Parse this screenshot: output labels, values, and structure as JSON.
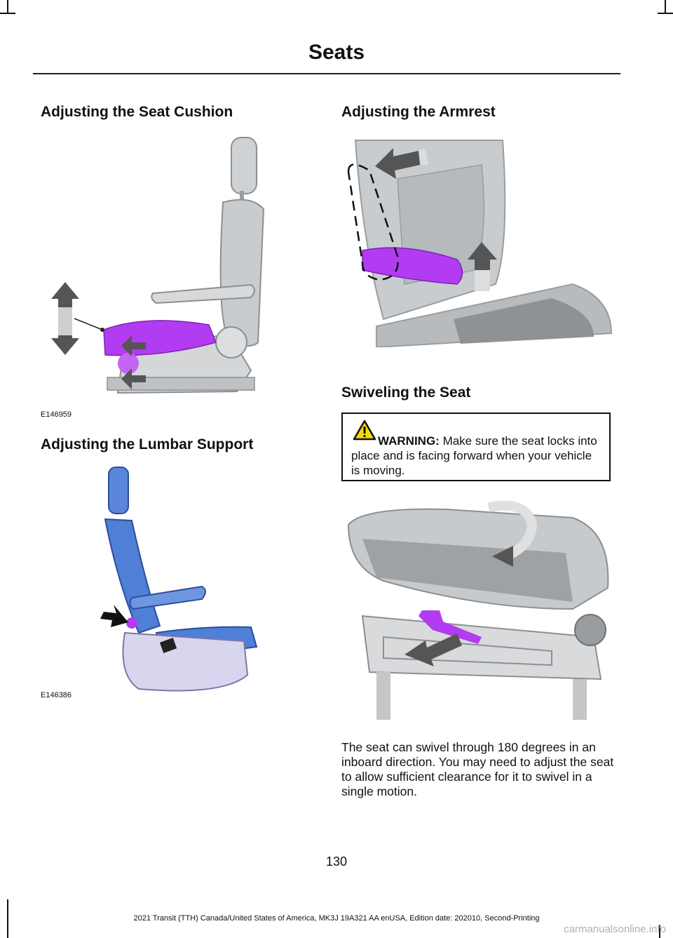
{
  "header": {
    "title": "Seats"
  },
  "sections": {
    "seat_cushion": {
      "heading": "Adjusting the Seat Cushion",
      "figure_code": "E146959"
    },
    "lumbar": {
      "heading": "Adjusting the Lumbar Support",
      "figure_code": "E146386"
    },
    "armrest": {
      "heading": "Adjusting the Armrest"
    },
    "swivel": {
      "heading": "Swiveling the Seat",
      "warning_label": "WARNING:",
      "warning_text": "Make sure the seat locks into place and is facing forward when your vehicle is moving.",
      "body": "The seat can swivel through 180 degrees in an inboard direction.  You may need to adjust the seat to allow sufficient clearance for it to swivel in a single motion."
    }
  },
  "colors": {
    "highlight": "#b23cf2",
    "lumbar_seat": "#4f7fd6",
    "arrow": "#555555"
  },
  "page_number": "130",
  "footer": "2021 Transit (TTH) Canada/United States of America, MK3J 19A321 AA enUSA, Edition date: 202010, Second-Printing",
  "watermark": "carmanualsonline.info"
}
